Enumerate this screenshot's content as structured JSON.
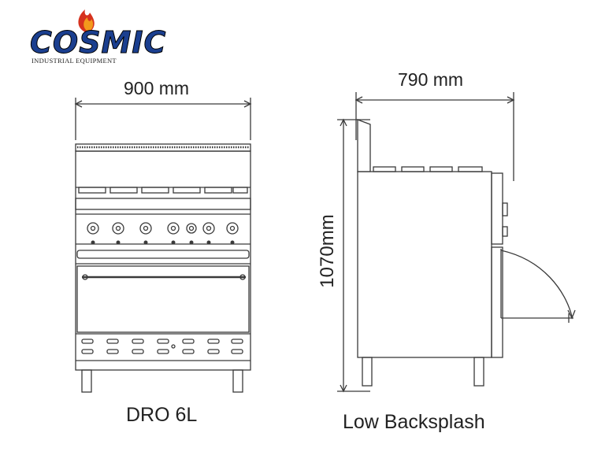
{
  "logo": {
    "brand": "COSMIC",
    "tagline": "INDUSTRIAL EQUIPMENT",
    "colors": {
      "flame_red": "#d6321e",
      "flame_orange": "#f39a1c",
      "blue": "#1b3f8f"
    }
  },
  "front_view": {
    "width_label": "900 mm",
    "model_label": "DRO 6L"
  },
  "side_view": {
    "depth_label": "790 mm",
    "height_label": "1070mm",
    "caption": "Low Backsplash"
  },
  "line_color": "#3a3a3a"
}
